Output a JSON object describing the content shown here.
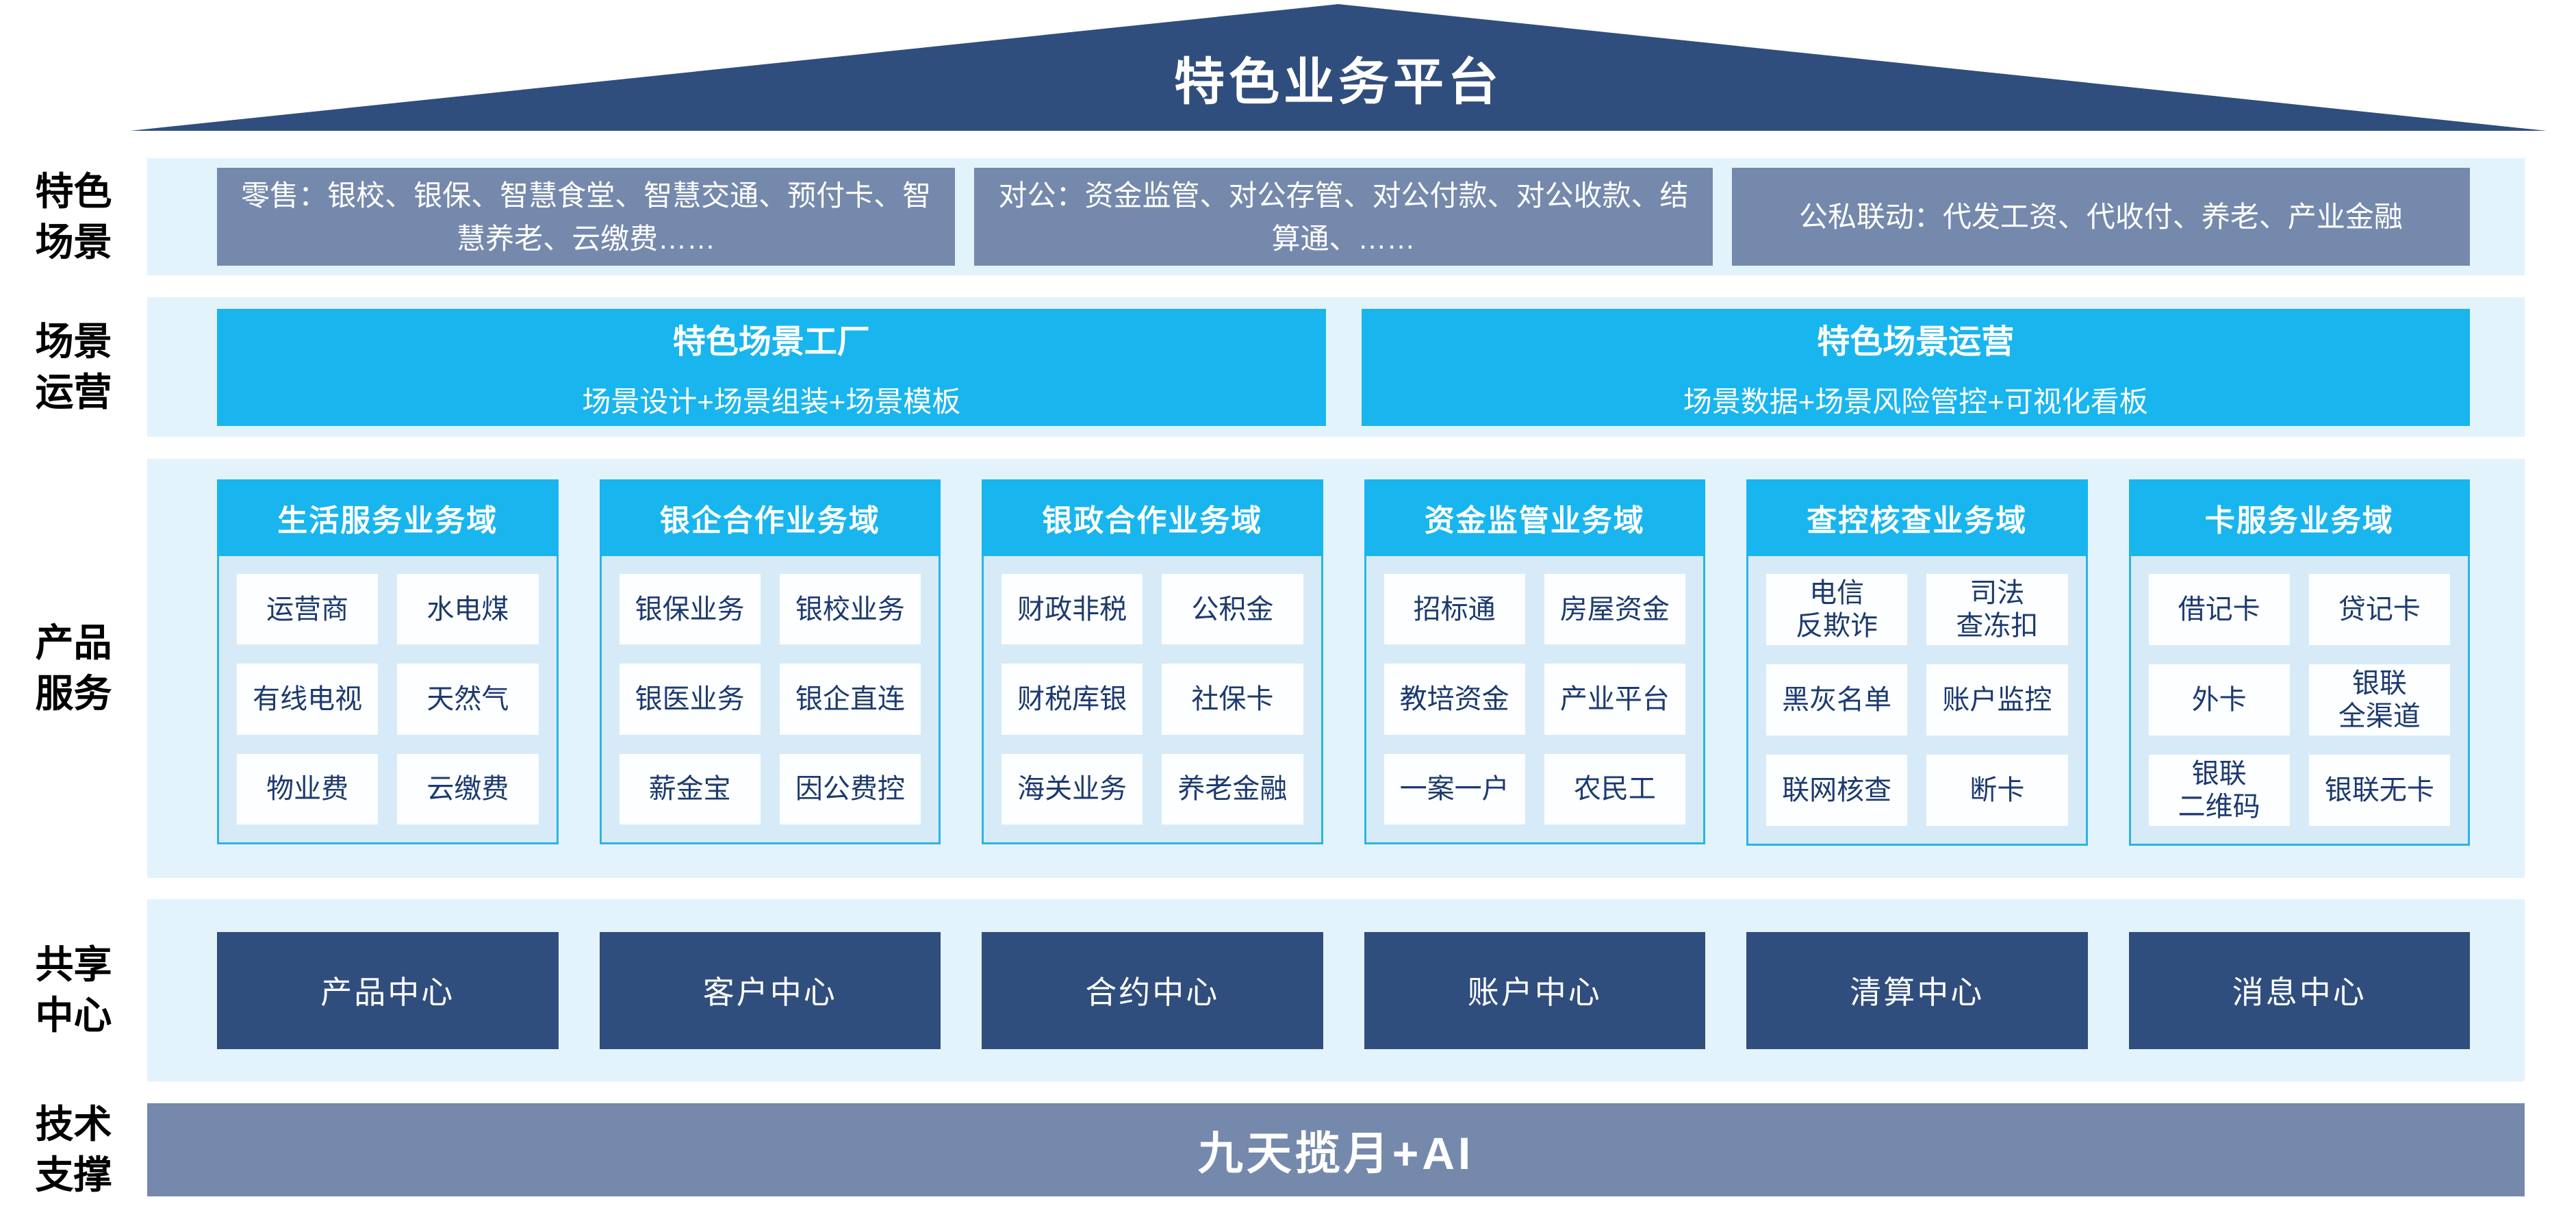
{
  "page": {
    "title": "特色业务平台"
  },
  "colors": {
    "navy": "#304E7D",
    "slate_blue": "#7589AC",
    "cyan": "#19B5EE",
    "band_light_blue": "#E3F3FC",
    "column_body_blue": "#D6EBF7",
    "column_border_cyan": "#2CB4E4",
    "cell_text_navy": "#1D3A6E"
  },
  "side_labels": {
    "scenes": "特色\n场景",
    "operation": "场景\n运营",
    "products": "产品\n服务",
    "shared": "共享\n中心",
    "tech": "技术\n支撑"
  },
  "scene_row": {
    "boxes": [
      "零售：银校、银保、智慧食堂、智慧交通、预付卡、智慧养老、云缴费……",
      "对公：资金监管、对公存管、对公付款、对公收款、结算通、……",
      "公私联动：代发工资、代收付、养老、产业金融"
    ]
  },
  "operation_row": {
    "boxes": [
      {
        "title": "特色场景工厂",
        "subtitle": "场景设计+场景组装+场景模板"
      },
      {
        "title": "特色场景运营",
        "subtitle": "场景数据+场景风险管控+可视化看板"
      }
    ]
  },
  "product_row": {
    "columns": [
      {
        "header": "生活服务业务域",
        "cells": [
          "运营商",
          "水电煤",
          "有线电视",
          "天然气",
          "物业费",
          "云缴费"
        ]
      },
      {
        "header": "银企合作业务域",
        "cells": [
          "银保业务",
          "银校业务",
          "银医业务",
          "银企直连",
          "薪金宝",
          "因公费控"
        ]
      },
      {
        "header": "银政合作业务域",
        "cells": [
          "财政非税",
          "公积金",
          "财税库银",
          "社保卡",
          "海关业务",
          "养老金融"
        ]
      },
      {
        "header": "资金监管业务域",
        "cells": [
          "招标通",
          "房屋资金",
          "教培资金",
          "产业平台",
          "一案一户",
          "农民工"
        ]
      },
      {
        "header": "查控核查业务域",
        "cells": [
          "电信\n反欺诈",
          "司法\n查冻扣",
          "黑灰名单",
          "账户监控",
          "联网核查",
          "断卡"
        ]
      },
      {
        "header": "卡服务业务域",
        "cells": [
          "借记卡",
          "贷记卡",
          "外卡",
          "银联\n全渠道",
          "银联\n二维码",
          "银联无卡"
        ]
      }
    ]
  },
  "shared_row": {
    "boxes": [
      "产品中心",
      "客户中心",
      "合约中心",
      "账户中心",
      "清算中心",
      "消息中心"
    ]
  },
  "tech_row": {
    "text": "九天揽月+AI"
  }
}
